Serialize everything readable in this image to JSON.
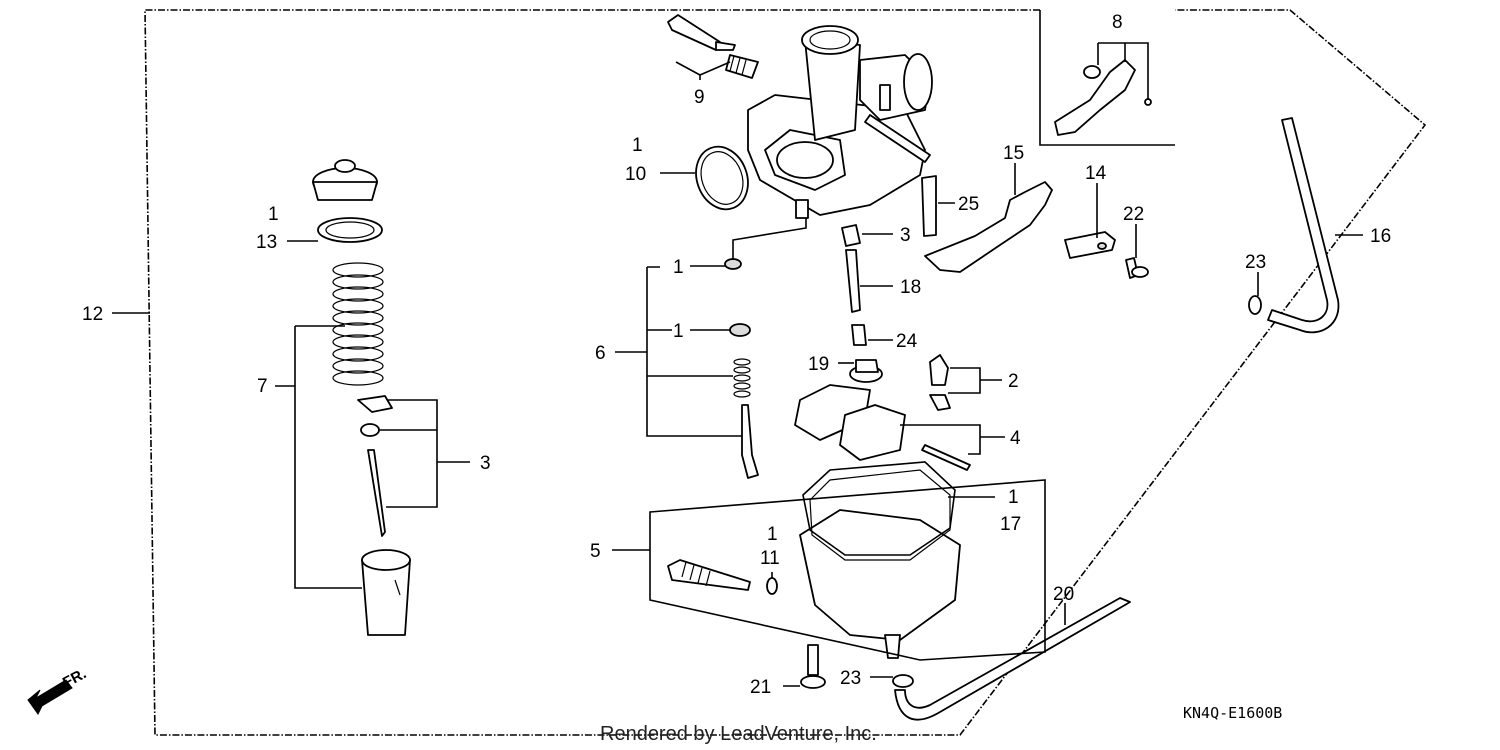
{
  "diagram": {
    "labels": [
      {
        "id": "lbl-1-a",
        "text": "1"
      },
      {
        "id": "lbl-1-b",
        "text": "1"
      },
      {
        "id": "lbl-1-c",
        "text": "1"
      },
      {
        "id": "lbl-1-d",
        "text": "1"
      },
      {
        "id": "lbl-1-e",
        "text": "1"
      },
      {
        "id": "lbl-1-f",
        "text": "1"
      },
      {
        "id": "lbl-2",
        "text": "2"
      },
      {
        "id": "lbl-3-a",
        "text": "3"
      },
      {
        "id": "lbl-3-b",
        "text": "3"
      },
      {
        "id": "lbl-4",
        "text": "4"
      },
      {
        "id": "lbl-5",
        "text": "5"
      },
      {
        "id": "lbl-6",
        "text": "6"
      },
      {
        "id": "lbl-7",
        "text": "7"
      },
      {
        "id": "lbl-8",
        "text": "8"
      },
      {
        "id": "lbl-9",
        "text": "9"
      },
      {
        "id": "lbl-10",
        "text": "10"
      },
      {
        "id": "lbl-11",
        "text": "11"
      },
      {
        "id": "lbl-12",
        "text": "12"
      },
      {
        "id": "lbl-13",
        "text": "13"
      },
      {
        "id": "lbl-14",
        "text": "14"
      },
      {
        "id": "lbl-15",
        "text": "15"
      },
      {
        "id": "lbl-16",
        "text": "16"
      },
      {
        "id": "lbl-17",
        "text": "17"
      },
      {
        "id": "lbl-18",
        "text": "18"
      },
      {
        "id": "lbl-19",
        "text": "19"
      },
      {
        "id": "lbl-20",
        "text": "20"
      },
      {
        "id": "lbl-21",
        "text": "21"
      },
      {
        "id": "lbl-22",
        "text": "22"
      },
      {
        "id": "lbl-23-a",
        "text": "23"
      },
      {
        "id": "lbl-23-b",
        "text": "23"
      },
      {
        "id": "lbl-24",
        "text": "24"
      },
      {
        "id": "lbl-25",
        "text": "25"
      }
    ],
    "diagram_code": "KN4Q-E1600B",
    "credit": "Rendered by LeadVenture, Inc.",
    "front_marker": "FR."
  }
}
